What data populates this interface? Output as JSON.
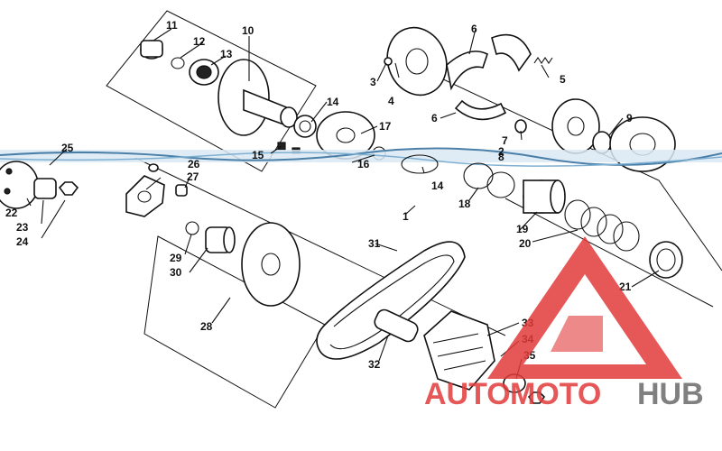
{
  "diagram": {
    "part_labels": [
      "1",
      "2",
      "3",
      "4",
      "5",
      "6",
      "6",
      "7",
      "8",
      "9",
      "10",
      "11",
      "12",
      "13",
      "14",
      "14",
      "15",
      "16",
      "17",
      "18",
      "19",
      "20",
      "21",
      "22",
      "23",
      "24",
      "25",
      "26",
      "27",
      "28",
      "29",
      "30",
      "31",
      "32",
      "33",
      "34",
      "35"
    ]
  },
  "watermark": {
    "brand_part1": "AUTO",
    "brand_part2": "MOTO",
    "brand_part3": "HUB",
    "colors": {
      "logo_red": "#e23b3b",
      "logo_gray": "#6b6b6b"
    }
  }
}
